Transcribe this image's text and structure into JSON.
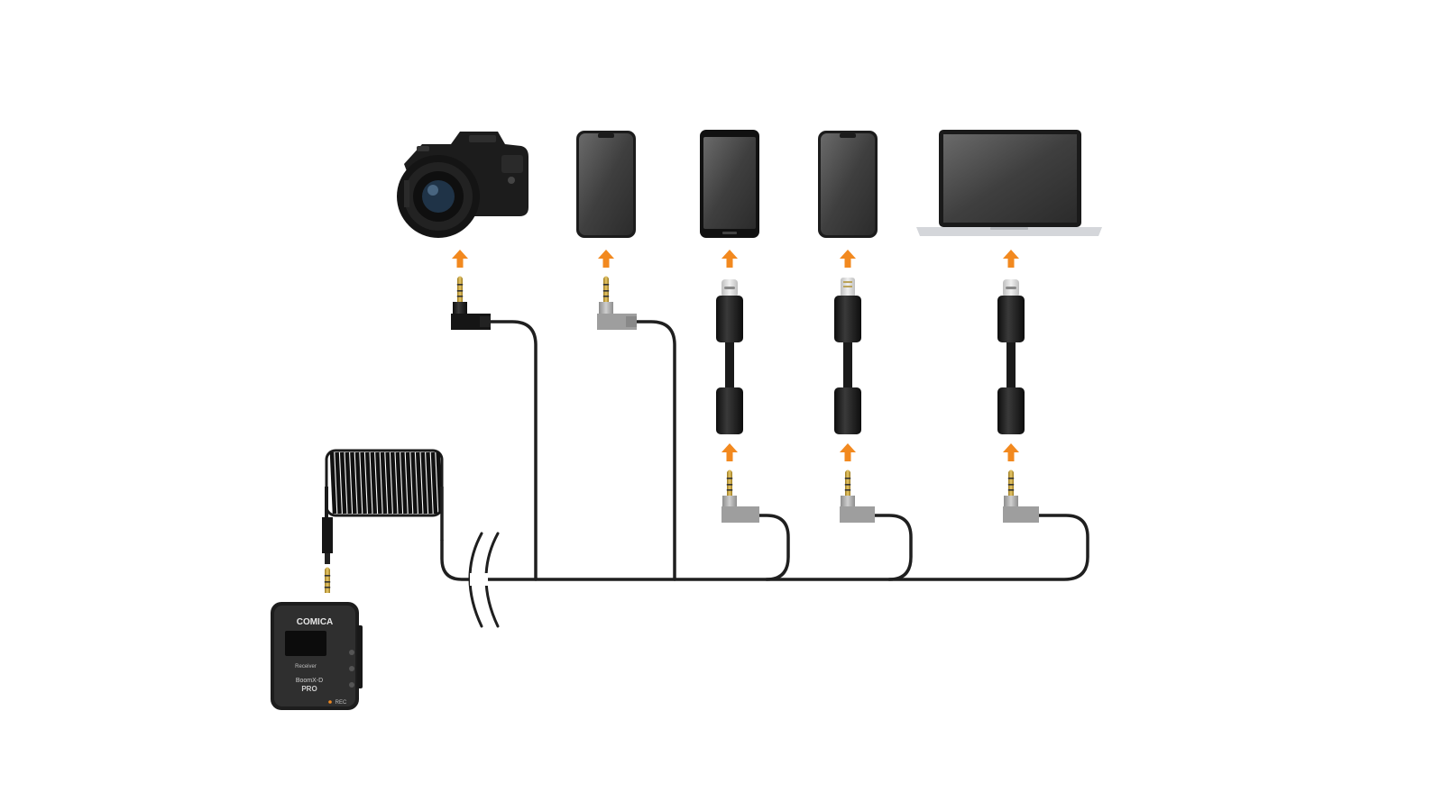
{
  "colors": {
    "arrow": "#f2891f",
    "cable": "#1f1f1f",
    "gold": "#c9a23a",
    "device_dark": "#2a2a2a",
    "screen": "#4a4a4a",
    "laptop_silver": "#cfd2d6",
    "grey_plug": "#a8a8a8",
    "receiver_body": "#3a3a3a"
  },
  "receiver": {
    "brand": "COMICA",
    "screen_label": "Receiver",
    "model_line1": "BoomX-D",
    "model_line2": "PRO",
    "rec_label": "REC"
  },
  "devices": [
    {
      "name": "camera",
      "icon": "camera-icon"
    },
    {
      "name": "phone-1",
      "icon": "smartphone-icon"
    },
    {
      "name": "phone-2",
      "icon": "smartphone-icon"
    },
    {
      "name": "phone-3",
      "icon": "smartphone-icon"
    },
    {
      "name": "laptop",
      "icon": "laptop-icon"
    }
  ],
  "connectors": [
    {
      "device": "camera",
      "top": "trs-3.5mm-black",
      "adapter": "none"
    },
    {
      "device": "phone-1",
      "top": "trrs-3.5mm-grey",
      "adapter": "none"
    },
    {
      "device": "phone-2",
      "top": "usb-c",
      "adapter": "usb-c-to-3.5mm"
    },
    {
      "device": "phone-3",
      "top": "lightning",
      "adapter": "lightning-to-3.5mm"
    },
    {
      "device": "laptop",
      "top": "usb-c",
      "adapter": "usb-c-to-3.5mm"
    }
  ]
}
